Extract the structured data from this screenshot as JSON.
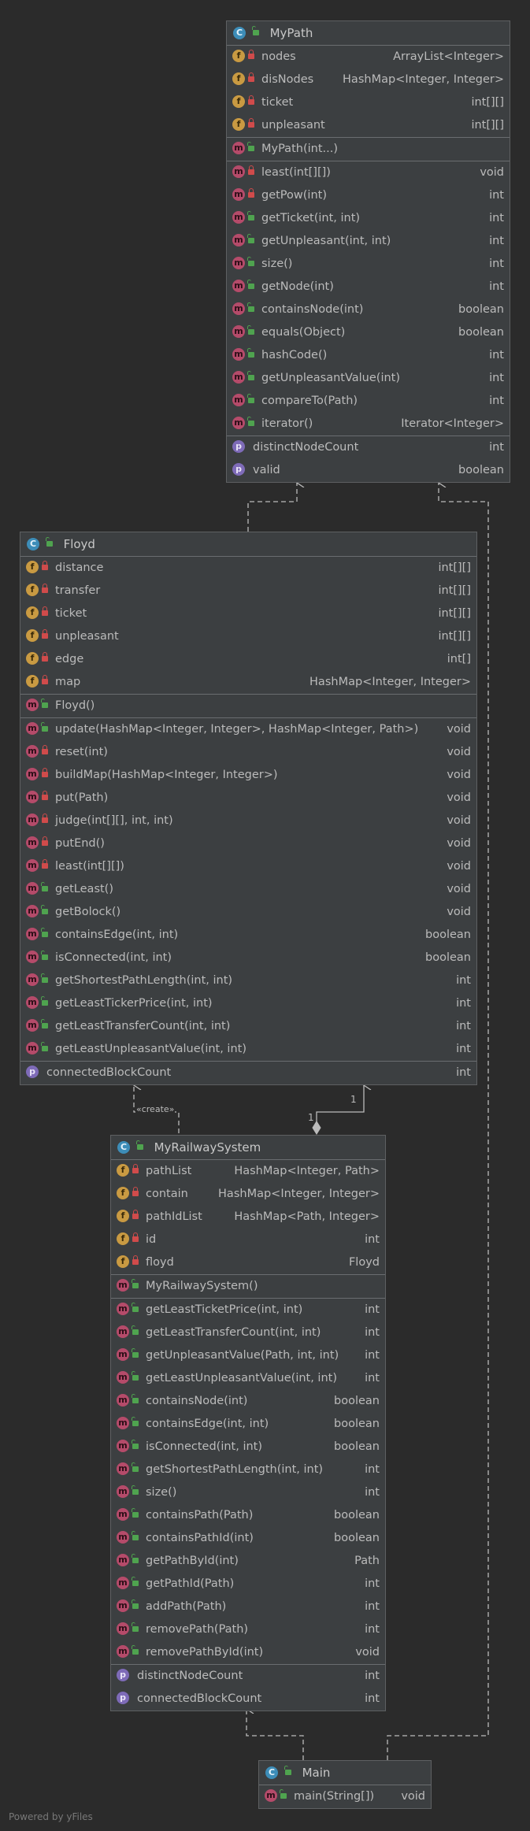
{
  "classes": {
    "mypath": {
      "name": "MyPath",
      "fields": [
        {
          "name": "nodes",
          "type": "ArrayList<Integer>"
        },
        {
          "name": "disNodes",
          "type": "HashMap<Integer, Integer>"
        },
        {
          "name": "ticket",
          "type": "int[][]"
        },
        {
          "name": "unpleasant",
          "type": "int[][]"
        }
      ],
      "constructors": [
        {
          "name": "MyPath(int...)",
          "type": ""
        }
      ],
      "methods": [
        {
          "name": "least(int[][])",
          "type": "void"
        },
        {
          "name": "getPow(int)",
          "type": "int"
        },
        {
          "name": "getTicket(int, int)",
          "type": "int"
        },
        {
          "name": "getUnpleasant(int, int)",
          "type": "int"
        },
        {
          "name": "size()",
          "type": "int"
        },
        {
          "name": "getNode(int)",
          "type": "int"
        },
        {
          "name": "containsNode(int)",
          "type": "boolean"
        },
        {
          "name": "equals(Object)",
          "type": "boolean"
        },
        {
          "name": "hashCode()",
          "type": "int"
        },
        {
          "name": "getUnpleasantValue(int)",
          "type": "int"
        },
        {
          "name": "compareTo(Path)",
          "type": "int"
        },
        {
          "name": "iterator()",
          "type": "Iterator<Integer>"
        }
      ],
      "properties": [
        {
          "name": "distinctNodeCount",
          "type": "int"
        },
        {
          "name": "valid",
          "type": "boolean"
        }
      ]
    },
    "floyd": {
      "name": "Floyd",
      "fields": [
        {
          "name": "distance",
          "type": "int[][]"
        },
        {
          "name": "transfer",
          "type": "int[][]"
        },
        {
          "name": "ticket",
          "type": "int[][]"
        },
        {
          "name": "unpleasant",
          "type": "int[][]"
        },
        {
          "name": "edge",
          "type": "int[]"
        },
        {
          "name": "map",
          "type": "HashMap<Integer, Integer>"
        }
      ],
      "constructors": [
        {
          "name": "Floyd()",
          "type": ""
        }
      ],
      "methods": [
        {
          "name": "update(HashMap<Integer, Integer>, HashMap<Integer, Path>)",
          "type": "void"
        },
        {
          "name": "reset(int)",
          "type": "void"
        },
        {
          "name": "buildMap(HashMap<Integer, Integer>)",
          "type": "void"
        },
        {
          "name": "put(Path)",
          "type": "void"
        },
        {
          "name": "judge(int[][], int, int)",
          "type": "void"
        },
        {
          "name": "putEnd()",
          "type": "void"
        },
        {
          "name": "least(int[][])",
          "type": "void"
        },
        {
          "name": "getLeast()",
          "type": "void"
        },
        {
          "name": "getBolock()",
          "type": "void"
        },
        {
          "name": "containsEdge(int, int)",
          "type": "boolean"
        },
        {
          "name": "isConnected(int, int)",
          "type": "boolean"
        },
        {
          "name": "getShortestPathLength(int, int)",
          "type": "int"
        },
        {
          "name": "getLeastTickerPrice(int, int)",
          "type": "int"
        },
        {
          "name": "getLeastTransferCount(int, int)",
          "type": "int"
        },
        {
          "name": "getLeastUnpleasantValue(int, int)",
          "type": "int"
        }
      ],
      "properties": [
        {
          "name": "connectedBlockCount",
          "type": "int"
        }
      ]
    },
    "mrs": {
      "name": "MyRailwaySystem",
      "fields": [
        {
          "name": "pathList",
          "type": "HashMap<Integer, Path>"
        },
        {
          "name": "contain",
          "type": "HashMap<Integer, Integer>"
        },
        {
          "name": "pathIdList",
          "type": "HashMap<Path, Integer>"
        },
        {
          "name": "id",
          "type": "int"
        },
        {
          "name": "floyd",
          "type": "Floyd"
        }
      ],
      "constructors": [
        {
          "name": "MyRailwaySystem()",
          "type": ""
        }
      ],
      "methods": [
        {
          "name": "getLeastTicketPrice(int, int)",
          "type": "int"
        },
        {
          "name": "getLeastTransferCount(int, int)",
          "type": "int"
        },
        {
          "name": "getUnpleasantValue(Path, int, int)",
          "type": "int"
        },
        {
          "name": "getLeastUnpleasantValue(int, int)",
          "type": "int"
        },
        {
          "name": "containsNode(int)",
          "type": "boolean"
        },
        {
          "name": "containsEdge(int, int)",
          "type": "boolean"
        },
        {
          "name": "isConnected(int, int)",
          "type": "boolean"
        },
        {
          "name": "getShortestPathLength(int, int)",
          "type": "int"
        },
        {
          "name": "size()",
          "type": "int"
        },
        {
          "name": "containsPath(Path)",
          "type": "boolean"
        },
        {
          "name": "containsPathId(int)",
          "type": "boolean"
        },
        {
          "name": "getPathById(int)",
          "type": "Path"
        },
        {
          "name": "getPathId(Path)",
          "type": "int"
        },
        {
          "name": "addPath(Path)",
          "type": "int"
        },
        {
          "name": "removePath(Path)",
          "type": "int"
        },
        {
          "name": "removePathById(int)",
          "type": "void"
        }
      ],
      "properties": [
        {
          "name": "distinctNodeCount",
          "type": "int"
        },
        {
          "name": "connectedBlockCount",
          "type": "int"
        }
      ]
    },
    "main": {
      "name": "Main",
      "methods": [
        {
          "name": "main(String[])",
          "type": "void"
        }
      ]
    }
  },
  "relations": {
    "create_label": "«create»",
    "mult_composition_source": "1",
    "mult_composition_target": "1"
  },
  "footer": "Powered by yFiles",
  "colors": {
    "background": "#2b2b2b",
    "box": "#3c3f41",
    "class_icon": "#3d8db8",
    "field_icon": "#c99a42",
    "method_icon": "#b54b6a",
    "property_icon": "#7e6bb8",
    "public": "#4fa34f",
    "private": "#d04b4b"
  }
}
